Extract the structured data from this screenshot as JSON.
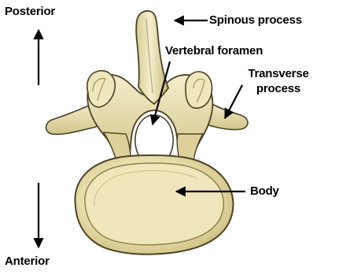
{
  "labels": {
    "posterior": "Posterior",
    "anterior": "Anterior",
    "spinous_process": "Spinous process",
    "vertebral_foramen": "Vertebral foramen",
    "transverse_process_line1": "Transverse",
    "transverse_process_line2": "process",
    "body": "Body"
  },
  "colors": {
    "bone_fill": "#e8e0ae",
    "bone_light": "#f4efcf",
    "bone_shadow": "#b7a86c",
    "bone_outline": "#4a4226",
    "label_text": "#000000",
    "background": "#ffffff"
  }
}
